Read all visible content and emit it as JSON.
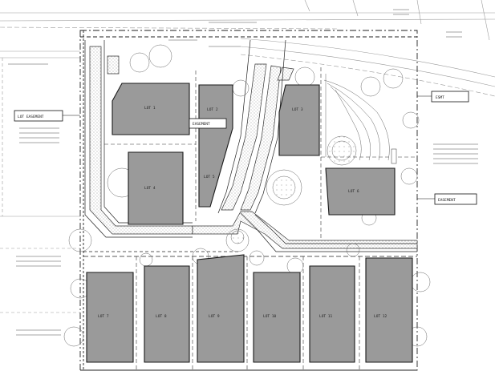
{
  "title": "",
  "colors": {
    "building": "#9a9a9a",
    "building_stroke": "#1a1a1a",
    "line": "#333333",
    "light_line": "#9a9a9a",
    "stipple": "#8c8c8c",
    "background": "#ffffff"
  },
  "lots": [
    {
      "id": "lot-north-west-1",
      "label": "LOT 1"
    },
    {
      "id": "lot-north-middle-2",
      "label": "LOT 2"
    },
    {
      "id": "lot-north-east-3",
      "label": "LOT 3"
    },
    {
      "id": "lot-west-4",
      "label": "LOT 4"
    },
    {
      "id": "lot-middle-5",
      "label": "LOT 5"
    },
    {
      "id": "lot-east-6",
      "label": "LOT 6"
    },
    {
      "id": "lot-south-7",
      "label": "LOT 7"
    },
    {
      "id": "lot-south-8",
      "label": "LOT 8"
    },
    {
      "id": "lot-south-9",
      "label": "LOT 9"
    },
    {
      "id": "lot-south-10",
      "label": "LOT 10"
    },
    {
      "id": "lot-south-11",
      "label": "LOT 11"
    },
    {
      "id": "lot-south-12",
      "label": "LOT 12"
    }
  ],
  "callouts": {
    "west": "LOT EASEMENT",
    "middle": "EASEMENT",
    "north_east": "ESMT",
    "east": "EASEMENT"
  }
}
